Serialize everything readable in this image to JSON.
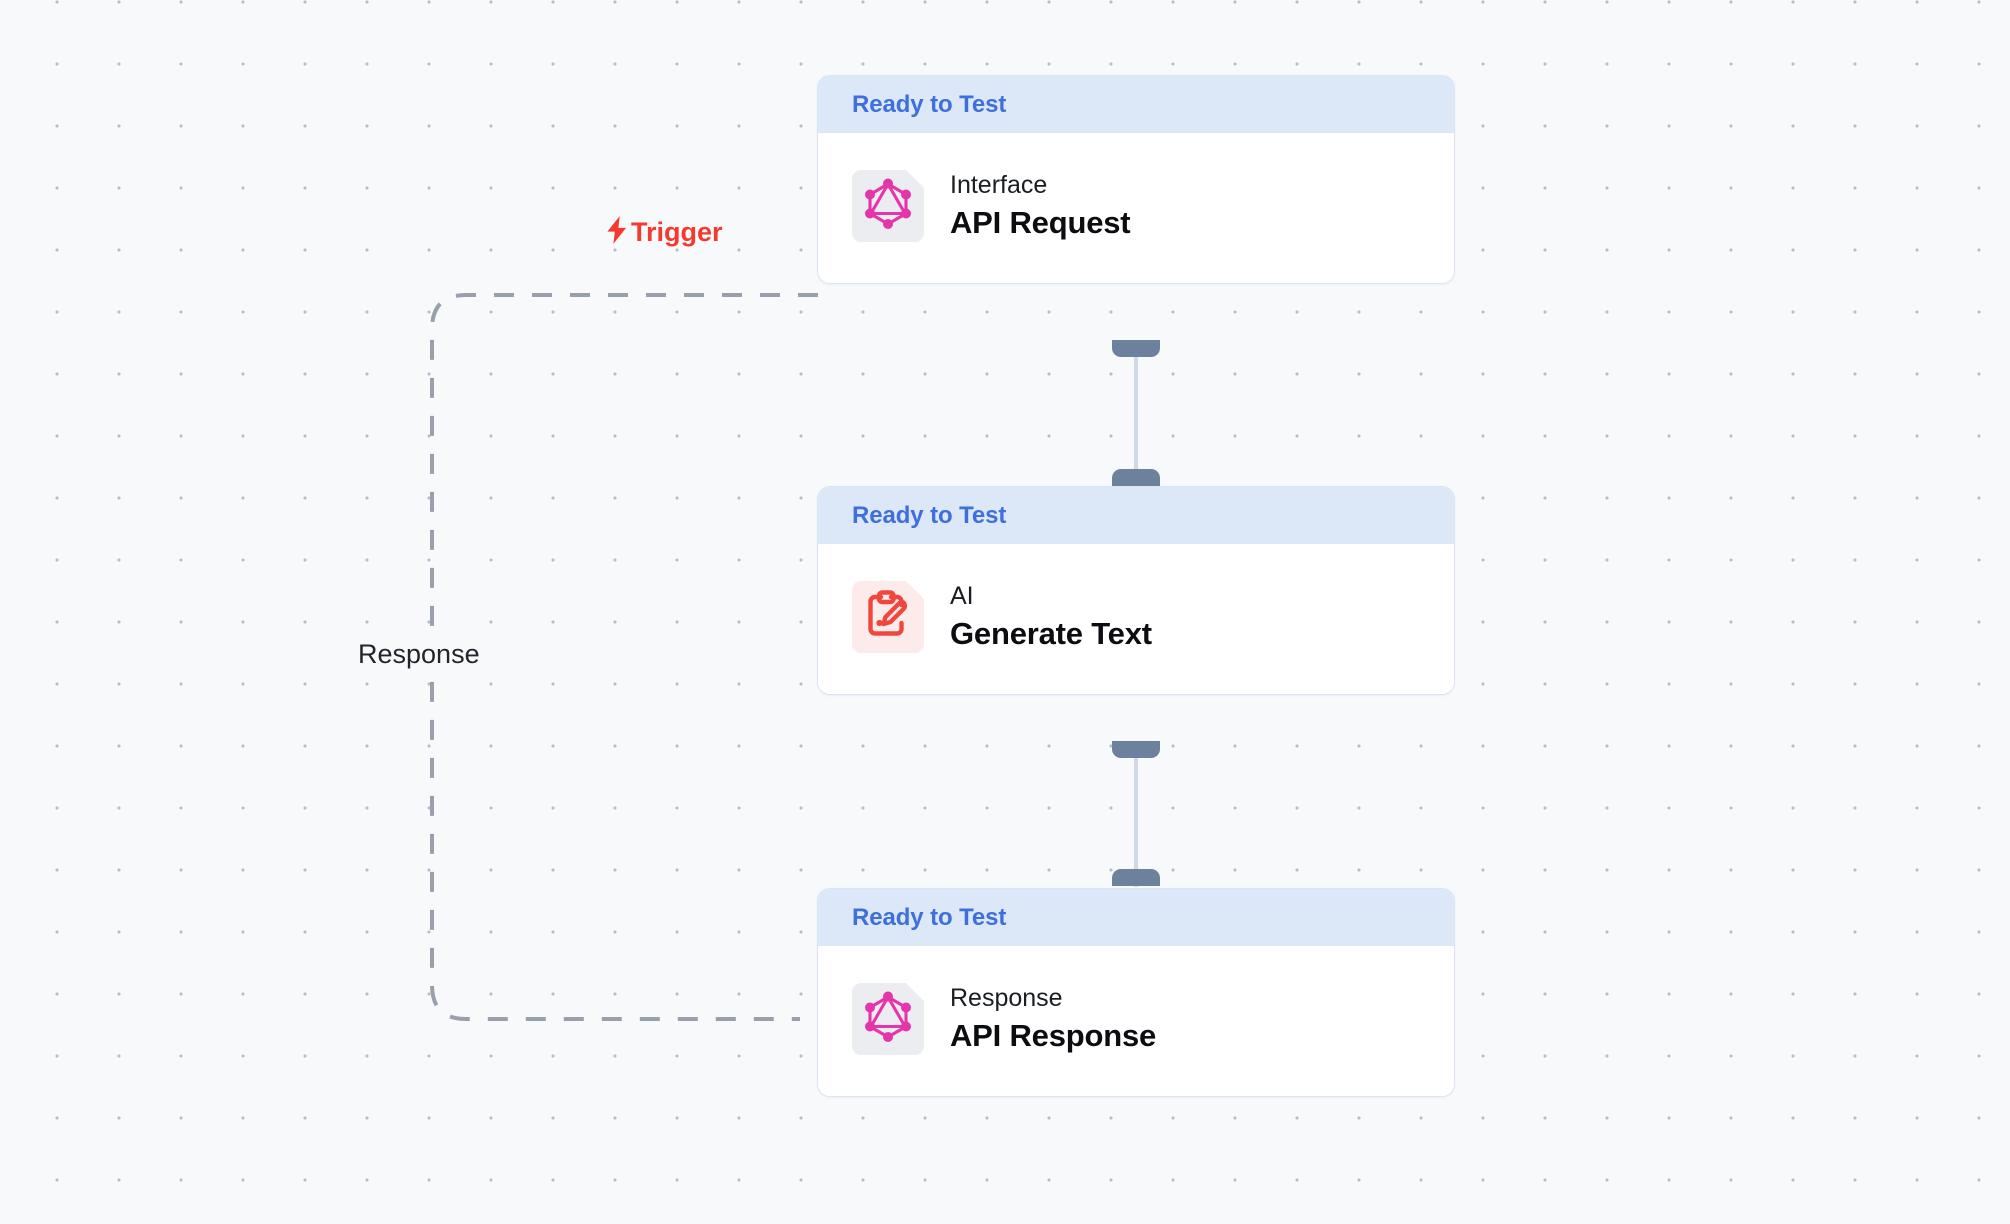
{
  "canvas": {
    "background_color": "#f8f9fb",
    "dot_color": "#b9bcc6",
    "grid_spacing": 62
  },
  "theme": {
    "status_text_color": "#3f6fdc",
    "status_bg_color": "#dce8f8",
    "card_bg_color": "#ffffff",
    "card_border_color": "#dae4f4",
    "handle_color": "#6c819c",
    "edge_color": "#9aa0ab",
    "trigger_color": "#f4392f",
    "graphql_pink": "#e535ab",
    "ai_red": "#f0463c"
  },
  "nodes": [
    {
      "id": "api-request",
      "status": "Ready to Test",
      "kind": "Interface",
      "title": "API Request",
      "icon": "graphql-icon",
      "icon_tile_color": "#ebedf0"
    },
    {
      "id": "generate-text",
      "status": "Ready to Test",
      "kind": "AI",
      "title": "Generate Text",
      "icon": "clipboard-pencil-icon",
      "icon_tile_color": "#fdeaea"
    },
    {
      "id": "api-response",
      "status": "Ready to Test",
      "kind": "Response",
      "title": "API Response",
      "icon": "graphql-icon",
      "icon_tile_color": "#ebedf0"
    }
  ],
  "edges": [
    {
      "id": "trigger-edge",
      "label": "Trigger",
      "icon": "lightning-bolt-icon",
      "style": "dashed",
      "from": "canvas-entry",
      "to": "api-request"
    },
    {
      "id": "response-edge",
      "label": "Response",
      "style": "dashed",
      "from": "api-response",
      "to": "canvas-exit"
    },
    {
      "id": "request-to-ai",
      "label": "",
      "style": "solid",
      "from": "api-request",
      "to": "generate-text"
    },
    {
      "id": "ai-to-response",
      "label": "",
      "style": "solid",
      "from": "generate-text",
      "to": "api-response"
    }
  ]
}
